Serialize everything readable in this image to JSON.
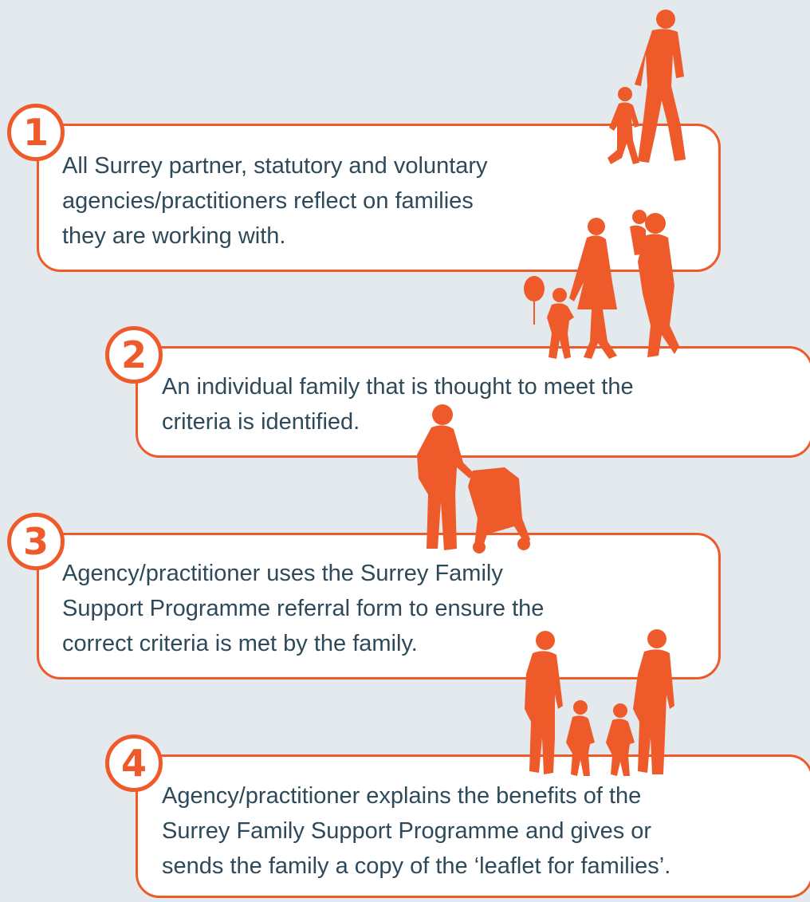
{
  "colors": {
    "background": "#e3e9ec",
    "accent": "#ef5a2a",
    "text": "#2e4a5a",
    "card": "#ffffff"
  },
  "steps": [
    {
      "number": "1",
      "lines": [
        "All Surrey partner, statutory and voluntary",
        "agencies/practitioners reflect on families",
        "they are working with."
      ]
    },
    {
      "number": "2",
      "lines": [
        "An individual family that is thought to meet the",
        "criteria is identified."
      ]
    },
    {
      "number": "3",
      "lines": [
        "Agency/practitioner uses the Surrey Family",
        "Support Programme referral form to ensure the",
        "correct criteria is met by the family."
      ]
    },
    {
      "number": "4",
      "lines": [
        "Agency/practitioner explains the benefits of the",
        "Surrey Family Support Programme and gives or",
        "sends the family a copy of the ‘leaflet for families’."
      ]
    }
  ],
  "illustrations": [
    "adult-and-child-walking-silhouette",
    "family-with-balloon-silhouette",
    "parent-with-pushchair-silhouette",
    "two-adults-two-children-silhouette"
  ]
}
